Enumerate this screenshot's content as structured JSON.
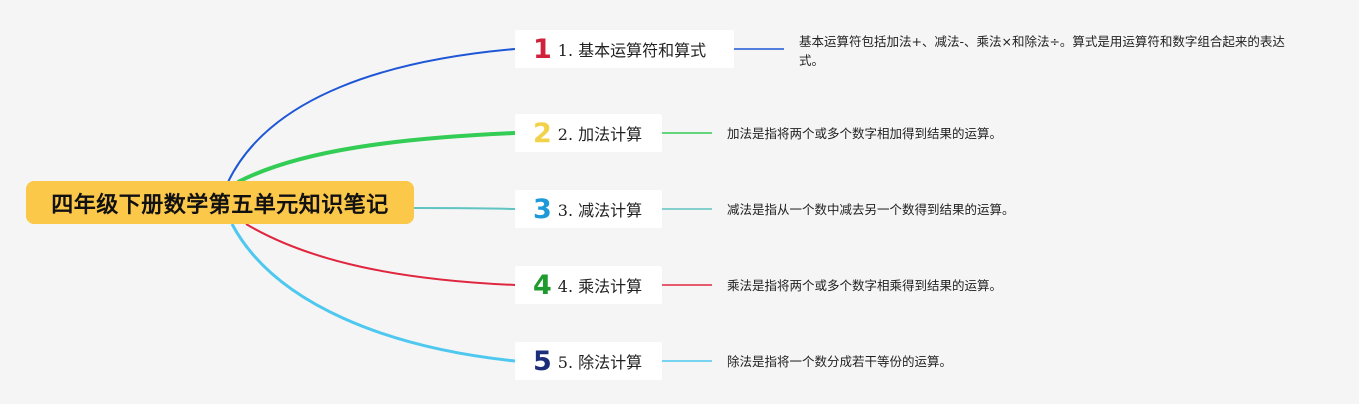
{
  "root": {
    "title": "四年级下册数学第五单元知识笔记",
    "color": "#fcc84a"
  },
  "topics": [
    {
      "num": "1",
      "label": "1. 基本运算符和算式",
      "note": "基本运算符包括加法+、减法-、乘法×和除法÷。算式是用运算符和数字组合起来的表达式。",
      "branch_color": "#1e57d6",
      "num_color": "#d0223b"
    },
    {
      "num": "2",
      "label": "2. 加法计算",
      "note": "加法是指将两个或多个数字相加得到结果的运算。",
      "branch_color": "#33cc55",
      "num_color": "#f2d24a"
    },
    {
      "num": "3",
      "label": "3. 减法计算",
      "note": "减法是指从一个数中减去另一个数得到结果的运算。",
      "branch_color": "#5fc4c2",
      "num_color": "#1f9ad8"
    },
    {
      "num": "4",
      "label": "4. 乘法计算",
      "note": "乘法是指将两个或多个数字相乘得到结果的运算。",
      "branch_color": "#e0263f",
      "num_color": "#1e9a2e"
    },
    {
      "num": "5",
      "label": "5. 除法计算",
      "note": "除法是指将一个数分成若干等份的运算。",
      "branch_color": "#4fc8f0",
      "num_color": "#1c2d7a"
    }
  ]
}
